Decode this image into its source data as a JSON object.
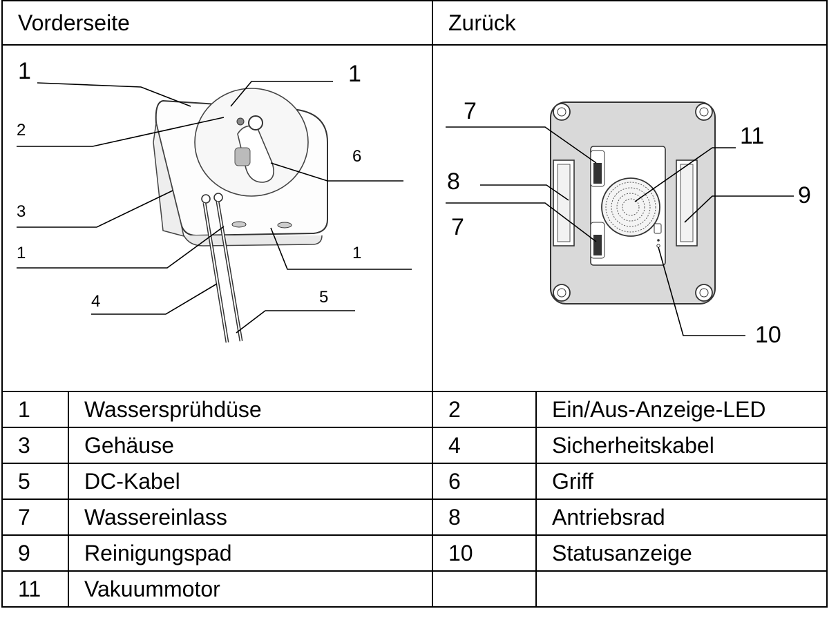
{
  "header": {
    "front_label": "Vorderseite",
    "back_label": "Zurück"
  },
  "front_callouts": [
    "1",
    "1",
    "2",
    "6",
    "3",
    "1",
    "1",
    "4",
    "5"
  ],
  "back_callouts": [
    "7",
    "11",
    "8",
    "9",
    "7",
    "10"
  ],
  "parts": [
    {
      "left_num": "1",
      "left_name": "Wassersprühdüse",
      "right_num": "2",
      "right_name": "Ein/Aus-Anzeige-LED"
    },
    {
      "left_num": "3",
      "left_name": "Gehäuse",
      "right_num": "4",
      "right_name": "Sicherheitskabel"
    },
    {
      "left_num": "5",
      "left_name": "DC-Kabel",
      "right_num": "6",
      "right_name": "Griff"
    },
    {
      "left_num": "7",
      "left_name": "Wassereinlass",
      "right_num": "8",
      "right_name": "Antriebsrad"
    },
    {
      "left_num": "9",
      "left_name": "Reinigungspad",
      "right_num": "10",
      "right_name": "Statusanzeige"
    },
    {
      "left_num": "11",
      "left_name": "Vakuummotor",
      "right_num": "",
      "right_name": ""
    }
  ]
}
